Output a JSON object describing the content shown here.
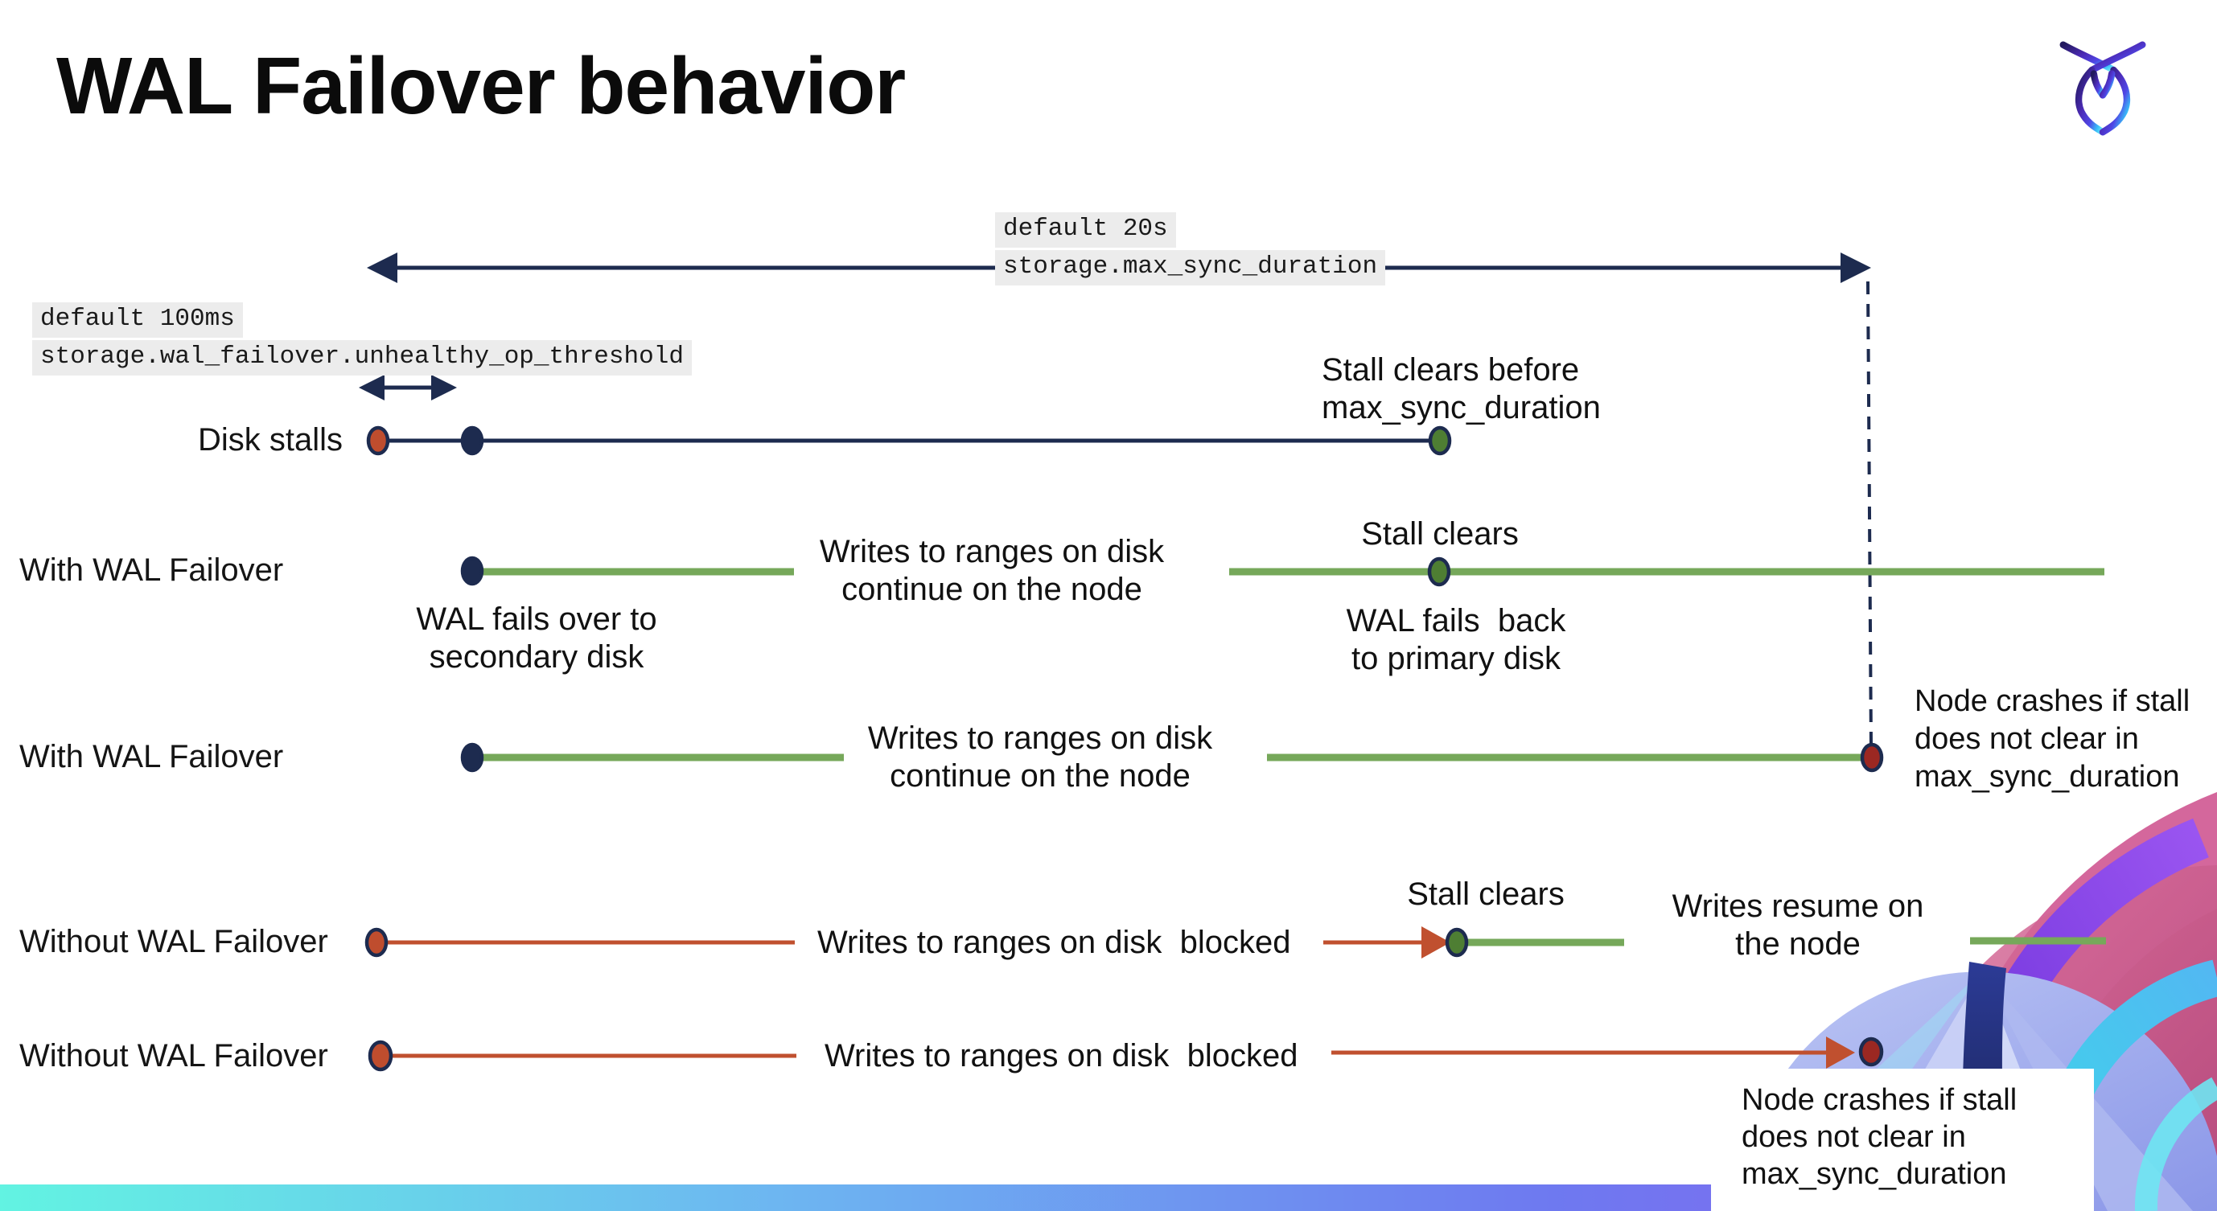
{
  "page": {
    "title": "WAL Failover behavior"
  },
  "colors": {
    "navy": "#1d2b4f",
    "stall_red": "#bf4d2e",
    "crash_red": "#9b2822",
    "green_dot": "#4e7e33",
    "green_line": "#76a85a",
    "chip_bg": "#ececec",
    "footer_gradient": [
      "#62f3e2",
      "#6db6f1",
      "#6e79f0",
      "#8d5ff2"
    ]
  },
  "config_annotations": {
    "max_sync_duration": {
      "default_label": "default 20s",
      "setting_label": "storage.max_sync_duration"
    },
    "unhealthy_op_threshold": {
      "default_label": "default 100ms",
      "setting_label": "storage.wal_failover.unhealthy_op_threshold"
    }
  },
  "rows": {
    "disk_stalls": {
      "label": "Disk stalls",
      "note": "Stall clears before\nmax_sync_duration"
    },
    "with_wal_1": {
      "label": "With WAL Failover",
      "failover_note": "WAL fails over to\nsecondary disk",
      "writes_note": "Writes to ranges on disk\ncontinue on the node",
      "stall_note": "Stall clears",
      "failback_note": "WAL fails  back\nto primary disk"
    },
    "with_wal_2": {
      "label": "With WAL Failover",
      "writes_note": "Writes to ranges on disk\ncontinue on the node",
      "crash_note": "Node crashes if stall\ndoes not clear in\nmax_sync_duration"
    },
    "without_wal_1": {
      "label": "Without WAL Failover",
      "blocked_note": "Writes to ranges on disk  blocked",
      "stall_note": "Stall clears",
      "resume_note": "Writes resume on\nthe node"
    },
    "without_wal_2": {
      "label": "Without WAL Failover",
      "blocked_note": "Writes to ranges on disk  blocked",
      "crash_note": "Node crashes if stall\ndoes not clear in\nmax_sync_duration"
    }
  }
}
